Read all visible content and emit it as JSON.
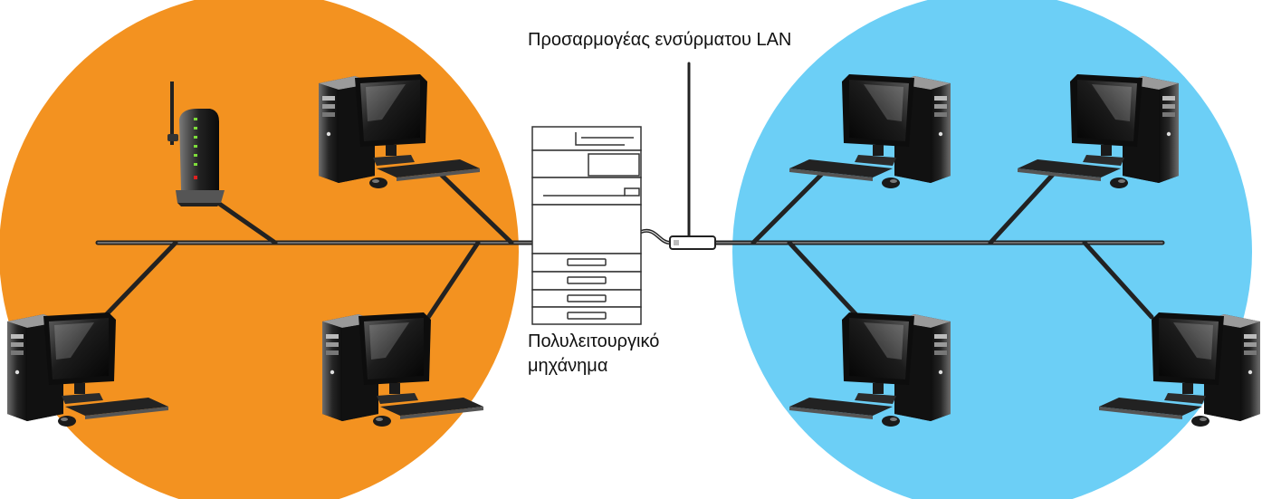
{
  "labels": {
    "adapter": "Προσαρμογέας ενσύρματου LAN",
    "mfp_line1": "Πολυλειτουργικό",
    "mfp_line2": "μηχάνημα"
  },
  "colors": {
    "left_network": "#f39220",
    "right_network": "#6ccff6",
    "cable": "#222222",
    "cable_highlight": "#9a9a9a",
    "pc_dark": "#1a1a1a",
    "pc_light": "#8a8a8a"
  },
  "icons": {
    "router": "wireless-router-icon",
    "computer": "desktop-computer-icon",
    "printer": "multifunction-printer-icon",
    "adapter": "lan-adapter-icon"
  }
}
